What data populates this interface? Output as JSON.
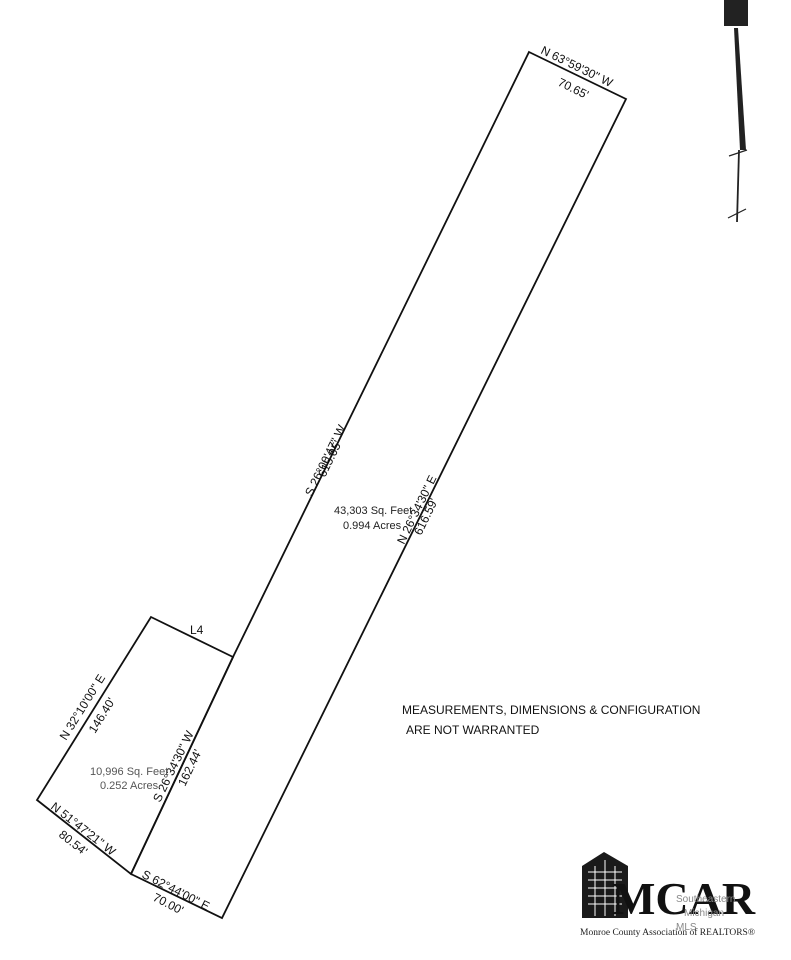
{
  "main_parcel": {
    "top_bearing": "N 63°59'30\" W",
    "top_length": "70.65'",
    "west_bearing": "S 26°00'47\" W",
    "west_length": "615.05'",
    "east_bearing": "N 26°34'30\" E",
    "east_length": "616.59'",
    "area_sqft": "43,303 Sq. Feet",
    "area_acres": "0.994 Acres"
  },
  "south_parcel": {
    "l4_label": "L4",
    "nw_bearing": "N 32°10'00\" E",
    "nw_length": "146.40'",
    "diag_bearing": "S 26°34'30\" W",
    "diag_length": "162.44'",
    "area_sqft": "10,996 Sq. Feet",
    "area_acres": "0.252 Acres",
    "sw_bearing": "N 51°47'21\" W",
    "sw_length": "80.54'",
    "bottom_bearing": "S 62°44'00\" E",
    "bottom_length": "70.00'"
  },
  "disclaimer": {
    "line1": "MEASUREMENTS, DIMENSIONS & CONFIGURATION",
    "line2": "ARE NOT WARRANTED"
  },
  "logo": {
    "name": "MCAR",
    "side_line1": "Southeastern",
    "side_line2": "Michigan",
    "side_line3": "MLS",
    "tagline": "Monroe County Association of REALTORS®"
  },
  "icons": {
    "north_arrow": "north-arrow-icon",
    "building": "building-icon"
  }
}
